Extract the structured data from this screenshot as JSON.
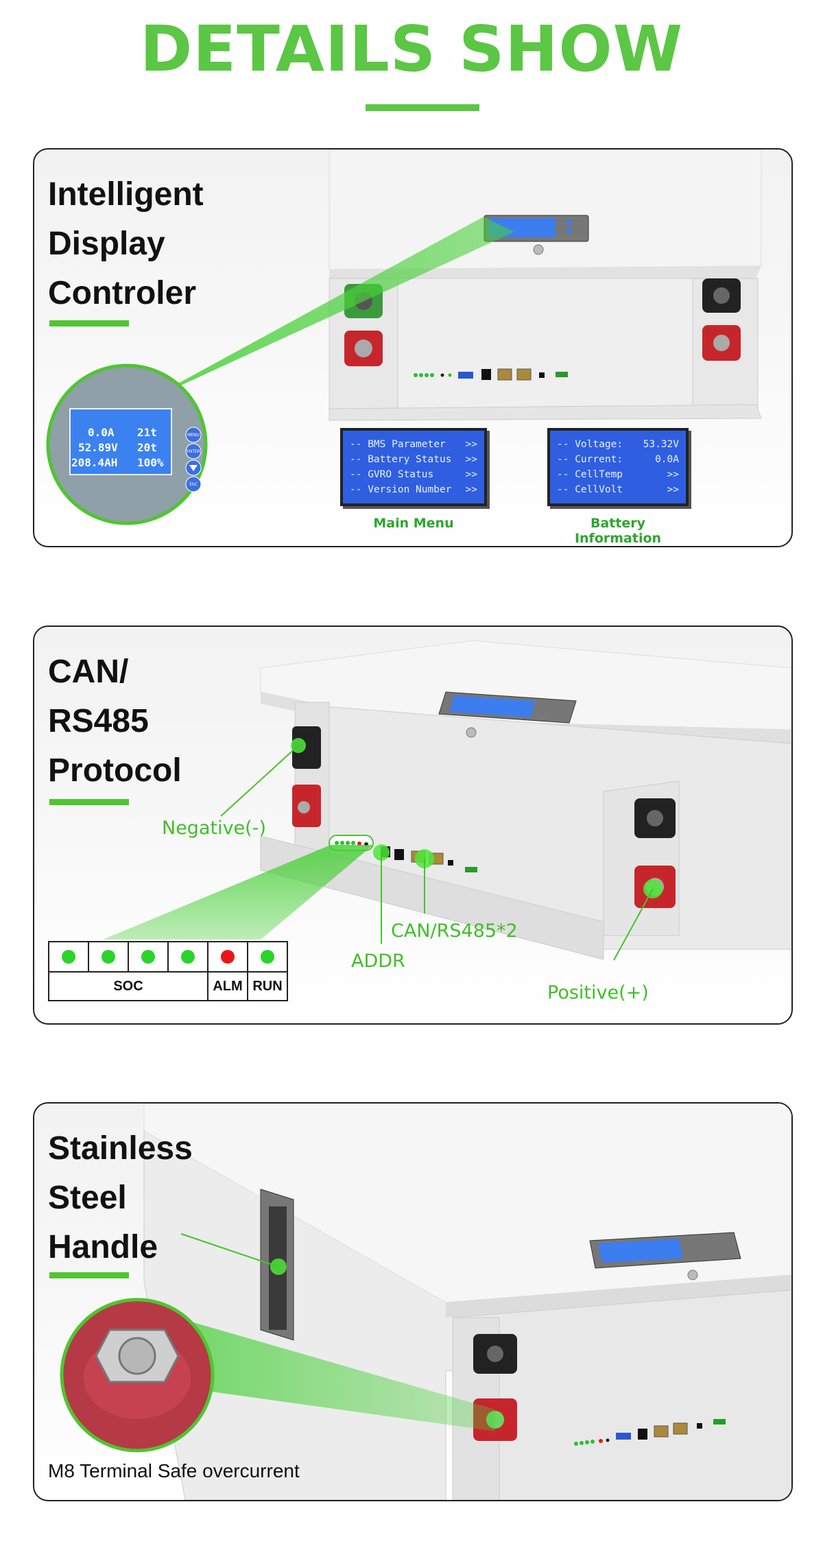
{
  "page": {
    "title": "DETAILS SHOW",
    "accent": "#5cc645"
  },
  "section1": {
    "heading": [
      "Intelligent",
      "Display",
      "Controler"
    ],
    "main_menu": {
      "rows": [
        [
          "-- BMS Parameter",
          ">>"
        ],
        [
          "-- Battery Status",
          ">>"
        ],
        [
          "-- GVRO Status",
          ">>"
        ],
        [
          "-- Version Number",
          ">>"
        ]
      ],
      "caption": "Main Menu"
    },
    "battery_info": {
      "rows": [
        [
          "-- Voltage:",
          "53.32V"
        ],
        [
          "-- Current:",
          "0.0A"
        ],
        [
          "-- CellTemp",
          ">>"
        ],
        [
          "-- CellVolt",
          ">>"
        ]
      ],
      "caption": "Battery Information"
    },
    "zoom_display": {
      "lines": [
        "0.0A",
        "52.89V",
        "208.4AH"
      ],
      "right_lines": [
        "21t",
        "20t",
        "100%"
      ],
      "buttons": [
        "MENU",
        "ENTER",
        "",
        "ESC"
      ]
    }
  },
  "section2": {
    "heading": [
      "CAN/",
      "RS485",
      "Protocol"
    ],
    "callouts": {
      "negative": "Negative(-)",
      "can": "CAN/RS485*2",
      "addr": "ADDR",
      "positive": "Positive(+)"
    },
    "leds": [
      {
        "color": "#2bd42b"
      },
      {
        "color": "#2bd42b"
      },
      {
        "color": "#2bd42b"
      },
      {
        "color": "#2bd42b"
      },
      {
        "color": "#e81818"
      },
      {
        "color": "#2bd42b"
      }
    ],
    "led_labels": {
      "soc": "SOC",
      "alm": "ALM",
      "run": "RUN"
    }
  },
  "section3": {
    "heading": [
      "Stainless",
      "Steel",
      "Handle"
    ],
    "caption": "M8 Terminal Safe overcurrent"
  }
}
